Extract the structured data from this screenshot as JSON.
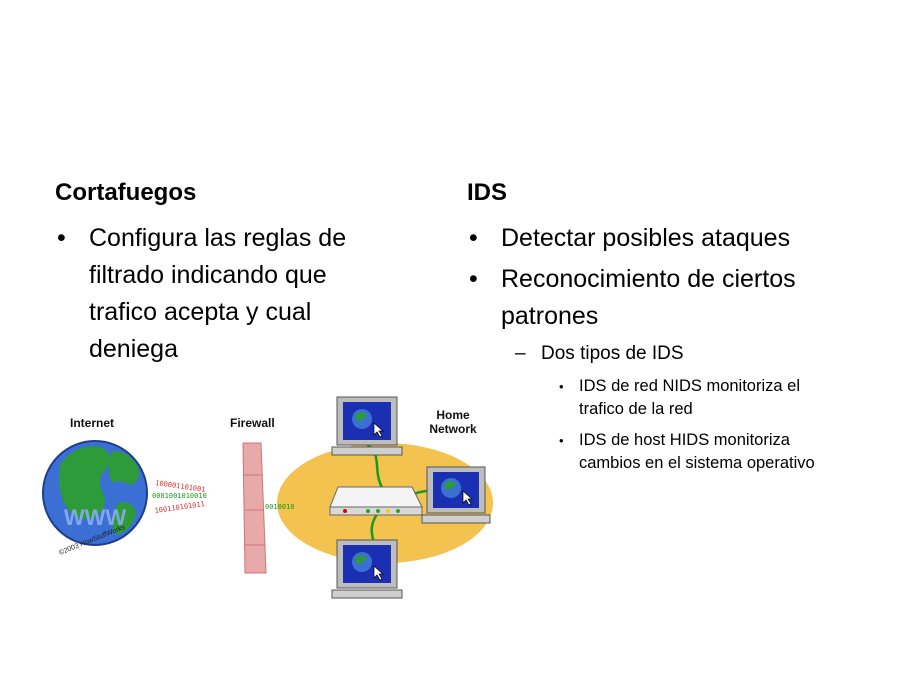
{
  "left": {
    "heading": "Cortafuegos",
    "bullets": [
      "Configura las reglas de filtrado indicando que trafico acepta y cual deniega"
    ]
  },
  "right": {
    "heading": "IDS",
    "bullets": [
      "Detectar posibles ataques",
      "Reconocimiento de ciertos patrones"
    ],
    "sub": "Dos tipos de IDS",
    "subsub": [
      "IDS de red NIDS monitoriza el trafico de la red",
      "IDS de host HIDS monitoriza cambios en el sistema operativo"
    ]
  },
  "diagram": {
    "internet_label": "Internet",
    "firewall_label": "Firewall",
    "home_label_1": "Home",
    "home_label_2": "Network",
    "copyright": "©2003 HowStuffWorks",
    "globe_text": "WWW",
    "stream_top": "100001101001",
    "stream_mid": "0001001010010",
    "stream_bottom": "100110101011",
    "stream_home": "0010010",
    "colors": {
      "globe_ocean": "#3b6fd6",
      "globe_land": "#2e9b3a",
      "home_ellipse": "#f3c24f",
      "firewall": "#e8a9a9",
      "stream_red": "#d33",
      "stream_green": "#1a9a1a"
    },
    "icons": [
      "globe-icon",
      "firewall-icon",
      "router-icon",
      "computer-icon"
    ]
  }
}
